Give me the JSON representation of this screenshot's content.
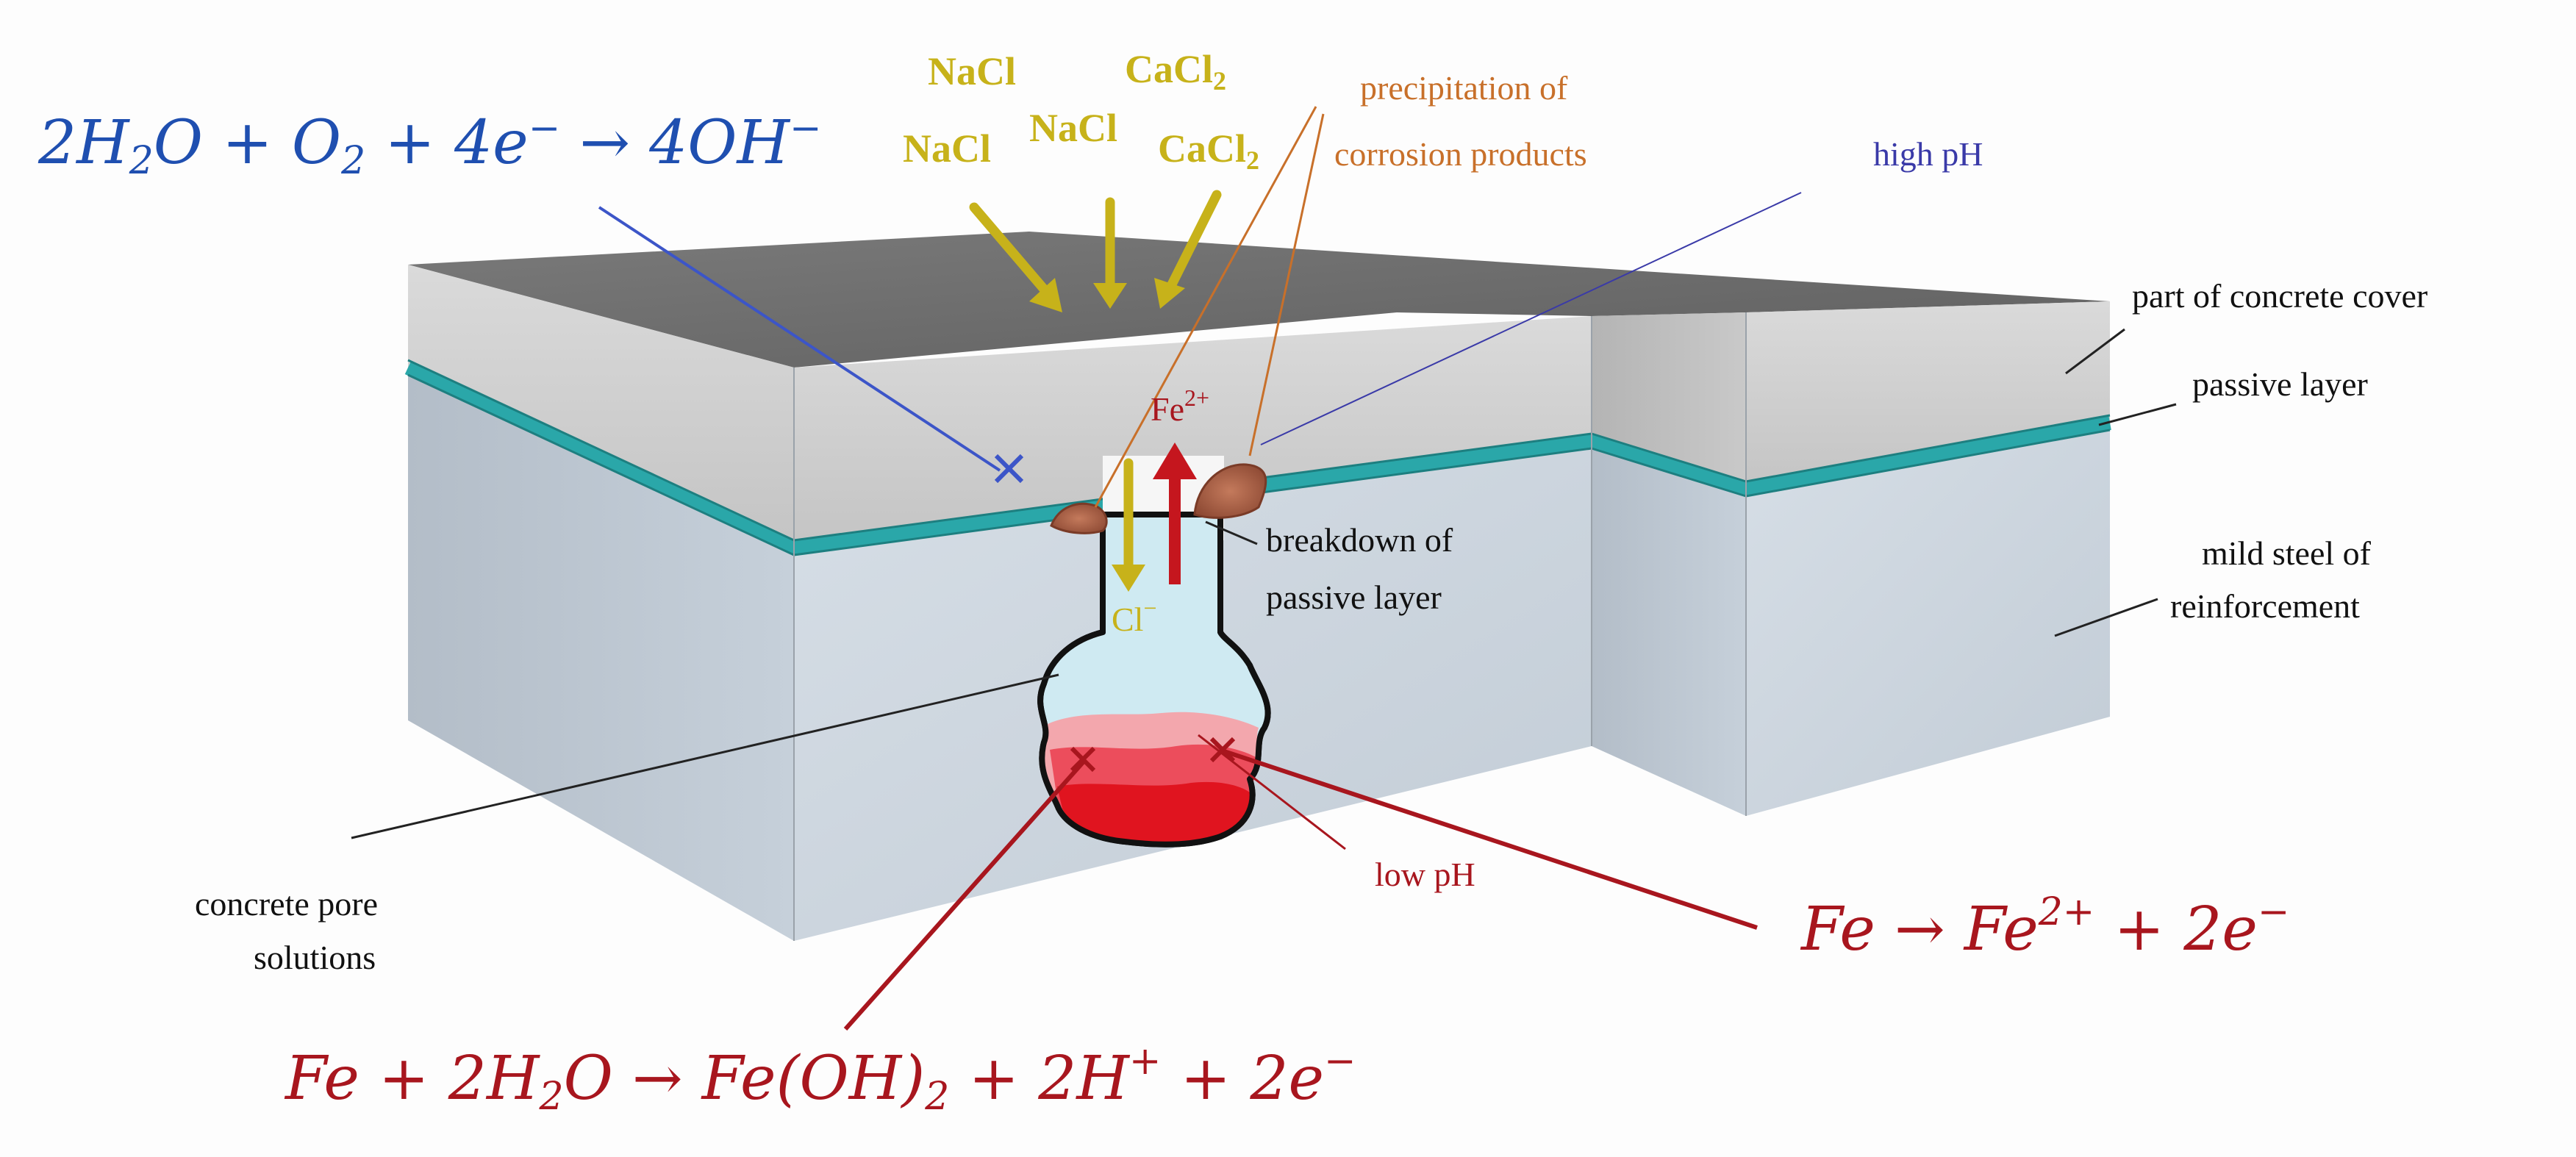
{
  "equations": {
    "cathodic": {
      "parts": [
        "2H",
        "2",
        "O + O",
        "2",
        " + 4e",
        "−",
        " → 4OH",
        "−"
      ],
      "color": "#1f4fb0"
    },
    "anodic_right": {
      "parts": [
        "Fe → Fe",
        "2+",
        " + 2e",
        "−"
      ],
      "color": "#a8161e"
    },
    "anodic_bottom": {
      "parts": [
        "Fe + 2H",
        "2",
        "O → Fe(OH)",
        "2",
        " + 2H",
        "+",
        " + 2e",
        "−"
      ],
      "color": "#a8161e"
    }
  },
  "salts": [
    {
      "base": "NaCl",
      "sub": ""
    },
    {
      "base": "NaCl",
      "sub": ""
    },
    {
      "base": "NaCl",
      "sub": ""
    },
    {
      "base": "CaCl",
      "sub": "2"
    },
    {
      "base": "CaCl",
      "sub": "2"
    }
  ],
  "ions": {
    "fe": {
      "base": "Fe",
      "sup": "2+"
    },
    "cl": {
      "base": "Cl",
      "sup": "−"
    }
  },
  "labels": {
    "precipitation": [
      "precipitation of",
      "corrosion products"
    ],
    "high_ph": "high pH",
    "concrete_cover": "part of concrete cover",
    "passive_layer": "passive layer",
    "mild_steel": [
      "mild steel of",
      "reinforcement"
    ],
    "breakdown": [
      "breakdown of",
      "passive layer"
    ],
    "pore_solutions": [
      "concrete pore",
      "solutions"
    ],
    "low_ph": "low pH"
  },
  "colors": {
    "cathodic_blue": "#1f4fb0",
    "anodic_red": "#a8161e",
    "salt_yellow": "#c7b21a",
    "precipitation_orange": "#c8702a",
    "high_ph_blue": "#3a3aa8",
    "passive_teal": "#2aa7a9",
    "concrete_top": "#6e6e6e",
    "concrete_cover": "#cfcfcf",
    "steel": "#c9d3dc"
  }
}
